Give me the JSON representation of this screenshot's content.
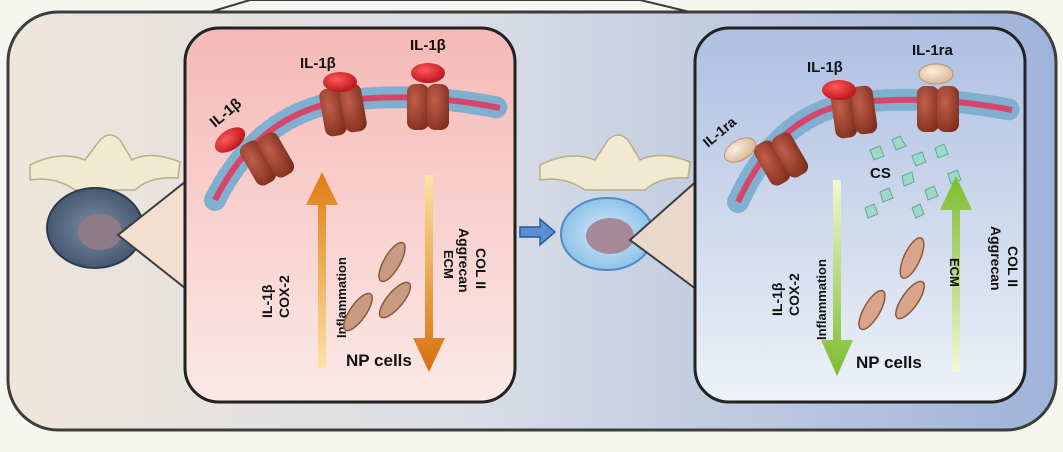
{
  "left_panel": {
    "ligands": [
      "IL-1β",
      "IL-1β",
      "IL-1β"
    ],
    "arrow_up_label": "Inflammation",
    "arrow_down_label": "ECM",
    "left_markers": [
      "IL-1β",
      "COX-2"
    ],
    "right_markers": [
      "COL II",
      "Aggrecan"
    ],
    "cells_label": "NP cells"
  },
  "right_panel": {
    "ligands": [
      "IL-1ra",
      "IL-1β",
      "IL-1ra"
    ],
    "cs_label": "CS",
    "arrow_down_label": "Inflammation",
    "arrow_up_label": "ECM",
    "left_markers": [
      "IL-1β",
      "COX-2"
    ],
    "right_markers": [
      "COL II",
      "Aggrecan"
    ],
    "cells_label": "NP cells"
  },
  "colors": {
    "left_panel_bg": "#f7c9c6",
    "right_panel_bg": "#b9c8e6",
    "receptor": "#9b3a28",
    "il1b": "#d01a22",
    "il1ra": "#ecd2b6",
    "membrane_lipid": "#d8456a",
    "membrane_head": "#7fb0cf",
    "inflammation_arrow_left": "#e08a1d",
    "ecm_arrow_right": "#8cc63f"
  }
}
